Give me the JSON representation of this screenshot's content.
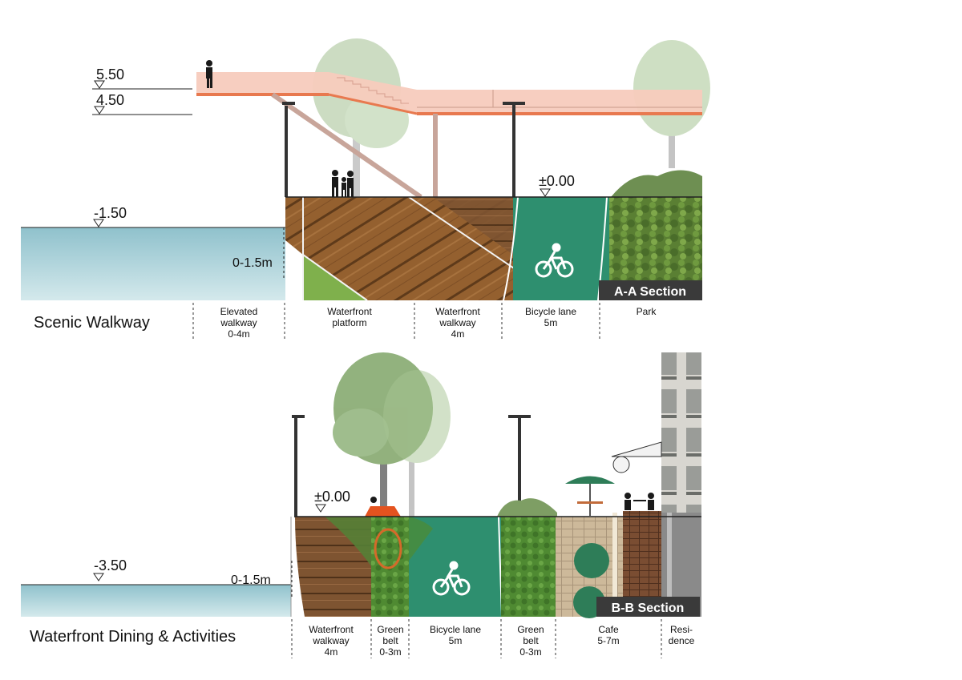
{
  "section_a": {
    "title": "Scenic Walkway",
    "badge": "A-A Section",
    "elevations": {
      "top": "5.50",
      "mid": "4.50",
      "water": "-1.50",
      "ground": "±0.00"
    },
    "depth_label": "0-1.5m",
    "zones": [
      {
        "lines": [
          "Elevated",
          "walkway",
          "0-4m"
        ]
      },
      {
        "lines": [
          "Waterfront",
          "platform"
        ]
      },
      {
        "lines": [
          "Waterfront",
          "walkway",
          "4m"
        ]
      },
      {
        "lines": [
          "Bicycle lane",
          "5m"
        ]
      },
      {
        "lines": [
          "Park"
        ]
      }
    ]
  },
  "section_b": {
    "title": "Waterfront Dining & Activities",
    "badge": "B-B Section",
    "elevations": {
      "ground": "±0.00",
      "water": "-3.50"
    },
    "depth_label": "0-1.5m",
    "zones": [
      {
        "lines": [
          "Waterfront",
          "walkway",
          "4m"
        ]
      },
      {
        "lines": [
          "Green",
          "belt",
          "0-3m"
        ]
      },
      {
        "lines": [
          "Bicycle lane",
          "5m"
        ]
      },
      {
        "lines": [
          "Green",
          "belt",
          "0-3m"
        ]
      },
      {
        "lines": [
          "Cafe",
          "5-7m"
        ]
      },
      {
        "lines": [
          "Resi-",
          "dence"
        ]
      }
    ]
  },
  "colors": {
    "water": "#a9cfd6",
    "wood": "#8a5a2e",
    "bike_lane": "#2e8f6f",
    "green": "#5f8f3a",
    "bridge": "#f4c2b3",
    "bridge_edge": "#e8794f"
  }
}
